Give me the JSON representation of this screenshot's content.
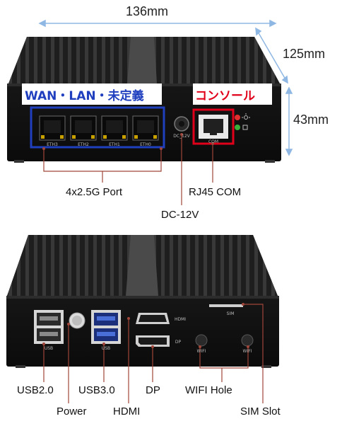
{
  "dimensions": {
    "width": "136mm",
    "depth": "125mm",
    "height": "43mm"
  },
  "front": {
    "box_wan_lan": "WAN・LAN・未定義",
    "box_console": "コンソール",
    "ports": [
      "ETH3",
      "ETH2",
      "ETH1",
      "ETH0"
    ],
    "dc_port": "DC_12V",
    "com_port": "COM",
    "callout_lan": "4x2.5G Port",
    "callout_rj45": "RJ45 COM",
    "callout_dc": "DC-12V"
  },
  "rear": {
    "usb_left_label": "USB",
    "usb_right_label": "USB",
    "hdmi_label": "HDMI",
    "dp_label": "DP",
    "sim_label": "SIM",
    "wifi_left_label": "WIFI",
    "wifi_right_label": "WIFI",
    "callout_usb2": "USB2.0",
    "callout_usb3": "USB3.0",
    "callout_dp": "DP",
    "callout_wifi": "WIFI  Hole",
    "callout_power": "Power",
    "callout_hdmi": "HDMI",
    "callout_sim": "SIM Slot"
  },
  "colors": {
    "annotation_line": "#a0463a",
    "dimension_line": "#8fb7e3",
    "blue_box": "#1f3fbf",
    "red_box": "#e0001a"
  }
}
